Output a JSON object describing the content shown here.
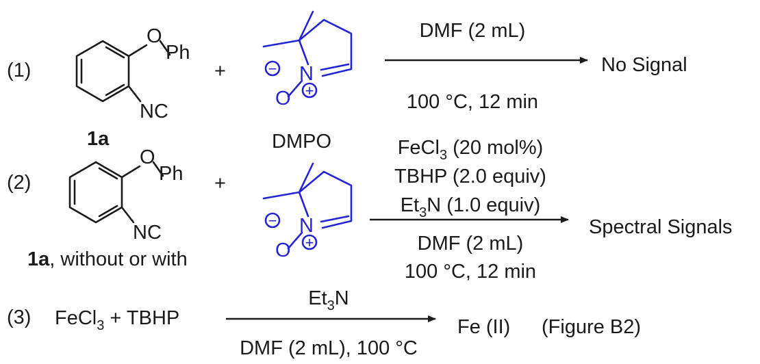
{
  "reactions": [
    {
      "number": "(1)",
      "reactant_label_bold": "1a",
      "reactant_label_suffix": "",
      "substituent_o": "O",
      "substituent_ph": "Ph",
      "substituent_nc": "NC",
      "plus": "+",
      "trap_label": "DMPO",
      "above_arrow": [
        "DMF (2 mL)"
      ],
      "below_arrow": [
        "100 °C, 12 min"
      ],
      "product": "No Signal"
    },
    {
      "number": "(2)",
      "reactant_label_bold": "1a",
      "reactant_label_suffix": ", without or with",
      "substituent_o": "O",
      "substituent_ph": "Ph",
      "substituent_nc": "NC",
      "plus": "+",
      "above_arrow": [
        {
          "main": "FeCl",
          "sub": "3",
          "rest": " (20 mol%)"
        },
        {
          "main": "TBHP (2.0 equiv)",
          "sub": "",
          "rest": ""
        },
        {
          "main": "Et",
          "sub": "3",
          "rest": "N (1.0 equiv)"
        }
      ],
      "below_arrow": [
        "DMF (2 mL)",
        "100 °C, 12 min"
      ],
      "product": "Spectral Signals"
    },
    {
      "number": "(3)",
      "reactants": {
        "main": "FeCl",
        "sub": "3",
        "rest": " + TBHP"
      },
      "above_arrow": {
        "main": "Et",
        "sub": "3",
        "rest": "N"
      },
      "below_arrow": "DMF (2 mL), 100 °C",
      "product": "Fe (II)",
      "note": "(Figure B2)"
    }
  ],
  "dmpo_atoms": {
    "n": "N",
    "o": "O",
    "minus": "−",
    "plus": "+"
  },
  "colors": {
    "text": "#1a1a1a",
    "dmpo": "#2323d8"
  }
}
